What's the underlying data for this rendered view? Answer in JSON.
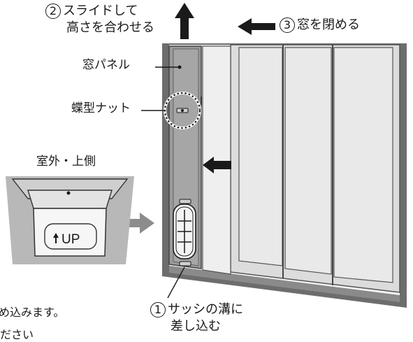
{
  "labels": {
    "step2_number": "2",
    "step2_line1": "スライドして",
    "step2_line2": "高さを合わせる",
    "step3_number": "3",
    "step3_text": "窓を閉める",
    "step1_number": "1",
    "step1_line1": "サッシの溝に",
    "step1_line2": "差し込む",
    "window_panel": "窓パネル",
    "butterfly_nut": "蝶型ナット",
    "outdoor_top": "室外・上側",
    "up_mark": "UP",
    "cut_text_1": "め込みます。",
    "cut_text_2": "ださい"
  },
  "colors": {
    "frame": "#6d6d6d",
    "frame_dark": "#4a4a4a",
    "glass": "#e6e6e6",
    "glass_light": "#efefef",
    "panel": "#9a9a9a",
    "arrow_black": "#1a1a1a",
    "arrow_gray": "#8c8c8c"
  }
}
